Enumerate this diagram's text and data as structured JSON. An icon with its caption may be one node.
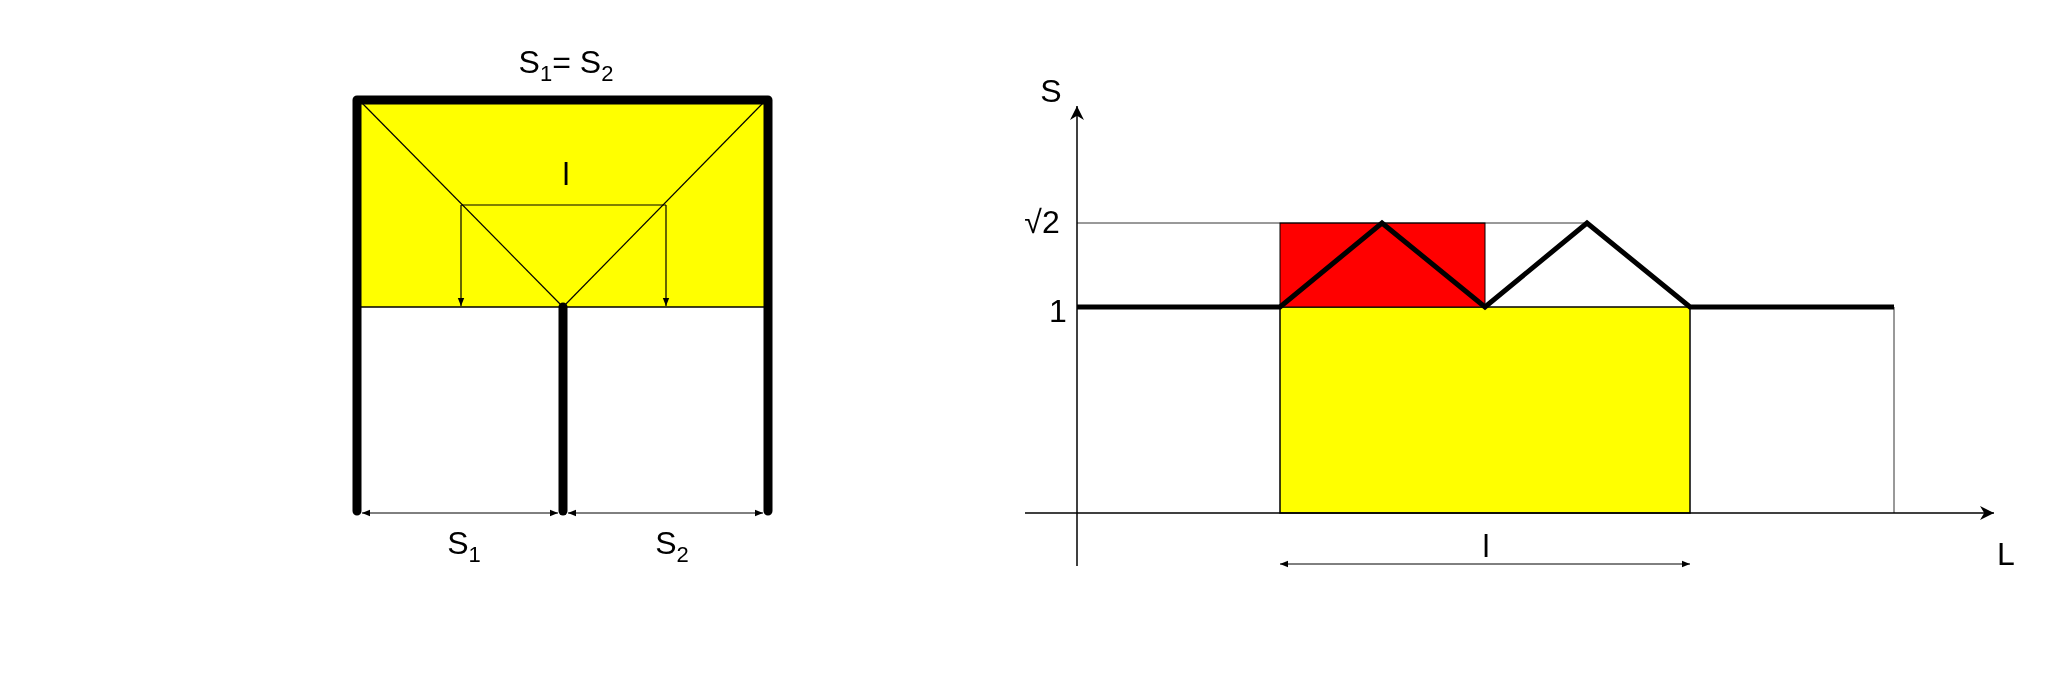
{
  "diagram": {
    "labels": [
      "S$_{1}$= S$_{2}$",
      "S",
      "l",
      "√2",
      "1",
      "S$_{1}$",
      "S$_{2}$",
      "l",
      "L"
    ]
  }
}
